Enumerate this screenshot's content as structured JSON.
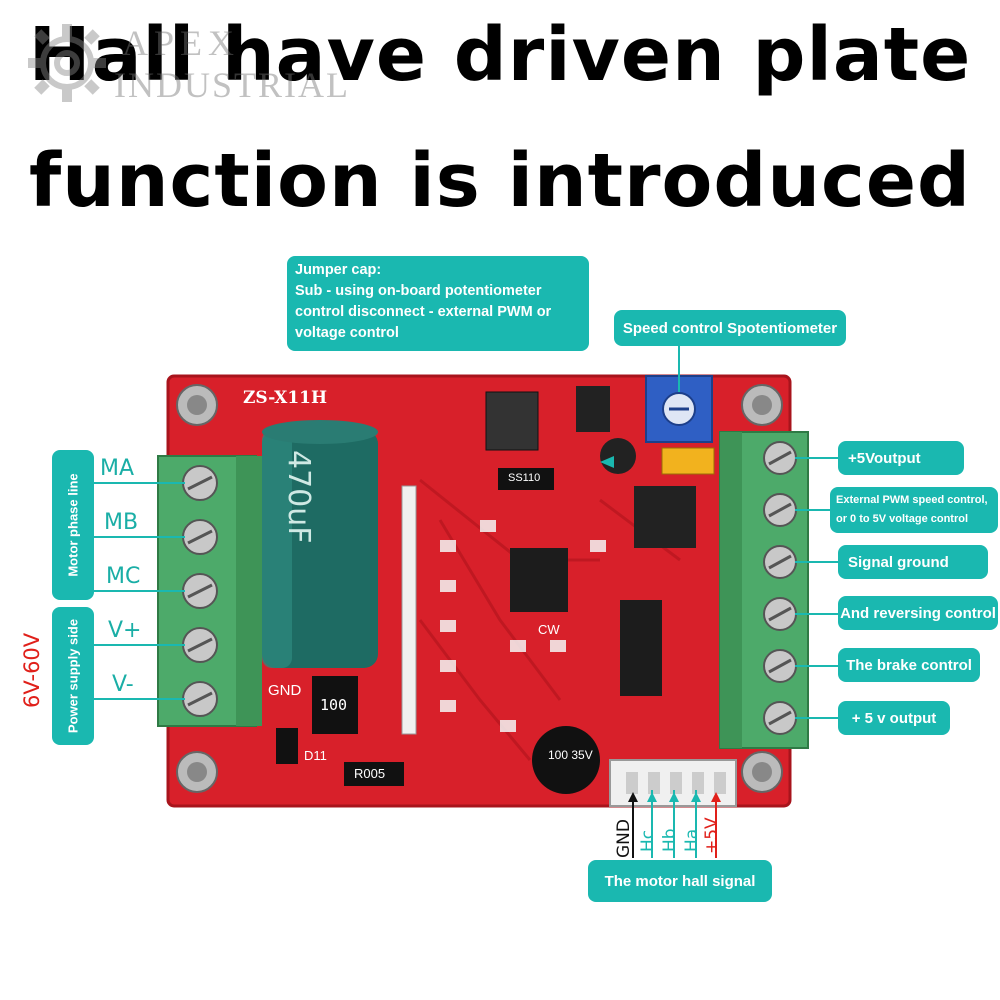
{
  "title": {
    "line1": "Hall have driven plate",
    "line2": "function is introduced"
  },
  "watermark": {
    "line1": "APEX",
    "line2": "INDUSTRIAL",
    "icon": "gear-icon"
  },
  "board": {
    "model": "ZS-X11H",
    "capacitor": "470uF",
    "gnd_label": "GND",
    "resistor": "100",
    "diode": "D11",
    "r005": "R005",
    "small_cap": "100 35V",
    "cw_label": "CW",
    "ss110": "SS110"
  },
  "callouts": {
    "jumper_cap": [
      "Jumper cap:",
      "Sub - using on-board potentiometer",
      "control disconnect - external PWM or",
      "voltage control"
    ],
    "speed_pot": "Speed control Spotentiometer",
    "plus5_out": "+5Voutput",
    "ext_pwm": [
      "External PWM speed control,",
      "or 0 to 5V voltage control"
    ],
    "signal_ground": "Signal ground",
    "reversing": "And reversing control",
    "brake": "The brake control",
    "plus5_out2": "+ 5 v output",
    "hall_signal": "The motor hall signal"
  },
  "left_side": {
    "motor_phase_line": "Motor phase line",
    "power_supply_side": "Power supply side",
    "ma": "MA",
    "mb": "MB",
    "mc": "MC",
    "vplus": "V+",
    "vminus": "V-",
    "voltage": "6V-60V"
  },
  "hall_pins": {
    "gnd": "GND",
    "hc": "Hc",
    "hb": "Hb",
    "ha": "Ha",
    "plus5": "+5V"
  },
  "colors": {
    "callout": "#1ab8b0",
    "pcb": "#d8202a",
    "terminal": "#4daa6a",
    "capacitor": "#1e6b63",
    "red_text": "#e0201a"
  }
}
